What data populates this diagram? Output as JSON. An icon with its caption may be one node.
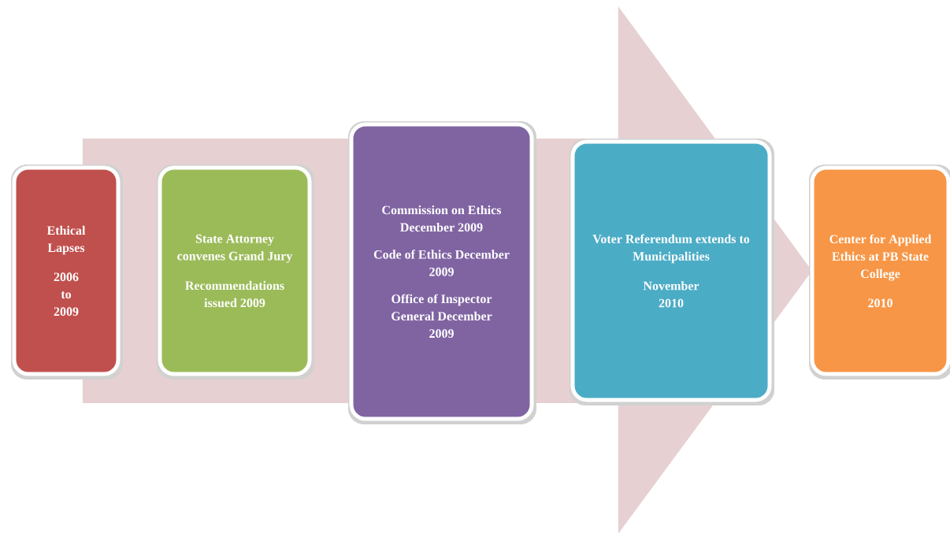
{
  "diagram": {
    "nodes": [
      {
        "text": [
          "Ethical Lapses",
          "2006 to 2009"
        ]
      },
      {
        "text": [
          "State Attorney convenes Grand Jury",
          "Recommendations issued 2009"
        ]
      },
      {
        "text": [
          "Commission on Ethics December 2009",
          "Code of Ethics December 2009",
          "Office of Inspector General December 2009"
        ]
      },
      {
        "text": [
          "Voter Referendum extends to Municipalities",
          "November 2010"
        ]
      },
      {
        "text": [
          "Center for Applied Ethics at PB State College",
          "2010"
        ]
      }
    ],
    "edges": [
      {
        "from": 0,
        "to": 4,
        "arrow": "to"
      }
    ]
  }
}
